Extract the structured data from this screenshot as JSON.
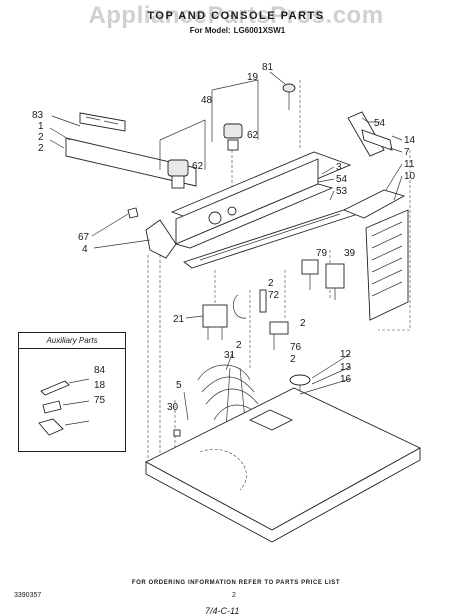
{
  "watermark": "AppliancePartsPros.com",
  "header": {
    "title": "TOP AND CONSOLE PARTS",
    "model_label": "For Model:",
    "model_value": "LG6001XSW1"
  },
  "callouts": [
    {
      "label": "81"
    },
    {
      "label": "19"
    },
    {
      "label": "48"
    },
    {
      "label": "83"
    },
    {
      "label": "1"
    },
    {
      "label": "2"
    },
    {
      "label": "62"
    },
    {
      "label": "62"
    },
    {
      "label": "54"
    },
    {
      "label": "14"
    },
    {
      "label": "7"
    },
    {
      "label": "3"
    },
    {
      "label": "54"
    },
    {
      "label": "53"
    },
    {
      "label": "11"
    },
    {
      "label": "10"
    },
    {
      "label": "67"
    },
    {
      "label": "4"
    },
    {
      "label": "79"
    },
    {
      "label": "39"
    },
    {
      "label": "2"
    },
    {
      "label": "72"
    },
    {
      "label": "21"
    },
    {
      "label": "2"
    },
    {
      "label": "2"
    },
    {
      "label": "76"
    },
    {
      "label": "2"
    },
    {
      "label": "31"
    },
    {
      "label": "12"
    },
    {
      "label": "13"
    },
    {
      "label": "16"
    },
    {
      "label": "5"
    },
    {
      "label": "30"
    },
    {
      "label": "2"
    }
  ],
  "auxiliary": {
    "title": "Auxiliary Parts",
    "items": [
      "84",
      "18",
      "75"
    ]
  },
  "footer": {
    "note": "FOR ORDERING INFORMATION REFER TO PARTS PRICE LIST",
    "doc_number": "3390357",
    "page": "2",
    "handwritten": "7/4-C-11"
  }
}
